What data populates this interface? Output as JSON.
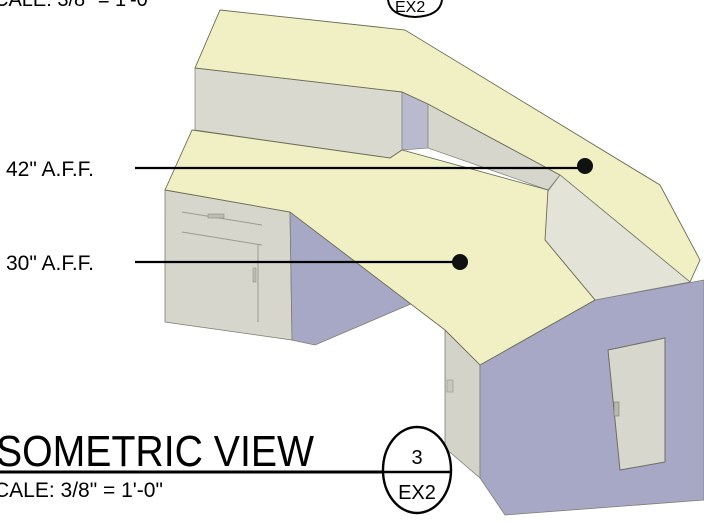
{
  "callouts": {
    "upper": {
      "label": "42\" A.F.F."
    },
    "lower": {
      "label": "30\" A.F.F."
    }
  },
  "title_block": {
    "view_title": "SOMETRIC VIEW",
    "scale": "CALE:  3/8\" = 1'-0\"",
    "top_scale": "CALE:  3/8\" = 1'-0\""
  },
  "detail_bubbles": [
    {
      "number": "3",
      "sheet": "EX2"
    },
    {
      "sheet": "EX2"
    }
  ],
  "colors": {
    "countertop": "#f1f0c4",
    "counter_side": "#d9d9cf",
    "cabinet_face": "#d6d6cd",
    "panel_blue": "#a7a8c6",
    "panel_blue_dark": "#9c9dbd",
    "line": "#000000"
  }
}
